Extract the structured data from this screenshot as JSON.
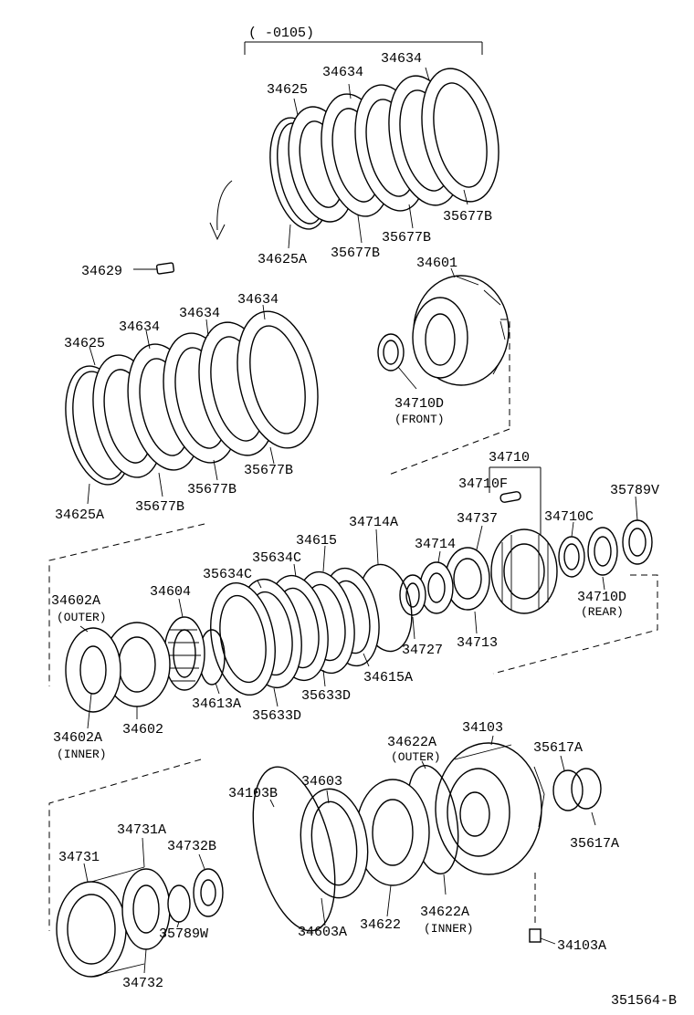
{
  "diagram": {
    "range_label": "(   -0105)",
    "drawing_number": "351564-B",
    "parts": {
      "p34634_a": "34634",
      "p34634_b": "34634",
      "p34625_top": "34625",
      "p34625A_top": "34625A",
      "p35677B_t1": "35677B",
      "p35677B_t2": "35677B",
      "p35677B_t3": "35677B",
      "p34629": "34629",
      "p34601": "34601",
      "p34710D_front": "34710D",
      "front": "(FRONT)",
      "p34634_c": "34634",
      "p34634_d": "34634",
      "p34634_e": "34634",
      "p34625_mid": "34625",
      "p34625A_mid": "34625A",
      "p35677B_m1": "35677B",
      "p35677B_m2": "35677B",
      "p35677B_m3": "35677B",
      "p34710": "34710",
      "p34710F": "34710F",
      "p35789V": "35789V",
      "p34737": "34737",
      "p34710C": "34710C",
      "p34714A": "34714A",
      "p34615": "34615",
      "p34714": "34714",
      "p35634C_a": "35634C",
      "p35634C_b": "35634C",
      "p34604": "34604",
      "p34602A_outer": "34602A",
      "outer_a": "(OUTER)",
      "p34710D_rear": "34710D",
      "rear": "(REAR)",
      "p34727": "34727",
      "p34713": "34713",
      "p34613A": "34613A",
      "p35633D_a": "35633D",
      "p34615A": "34615A",
      "p35633D_b": "35633D",
      "p34602A_inner": "34602A",
      "inner_a": "(INNER)",
      "p34602": "34602",
      "p34622A_outer": "34622A",
      "outer_b": "(OUTER)",
      "p34103": "34103",
      "p35617A_top": "35617A",
      "p34103B": "34103B",
      "p34603": "34603",
      "p34731A": "34731A",
      "p34732B": "34732B",
      "p35617A_bot": "35617A",
      "p34731": "34731",
      "p34622": "34622",
      "p34622A_inner": "34622A",
      "inner_b": "(INNER)",
      "p34603A": "34603A",
      "p34103A": "34103A",
      "p35789W": "35789W",
      "p34732": "34732"
    }
  }
}
